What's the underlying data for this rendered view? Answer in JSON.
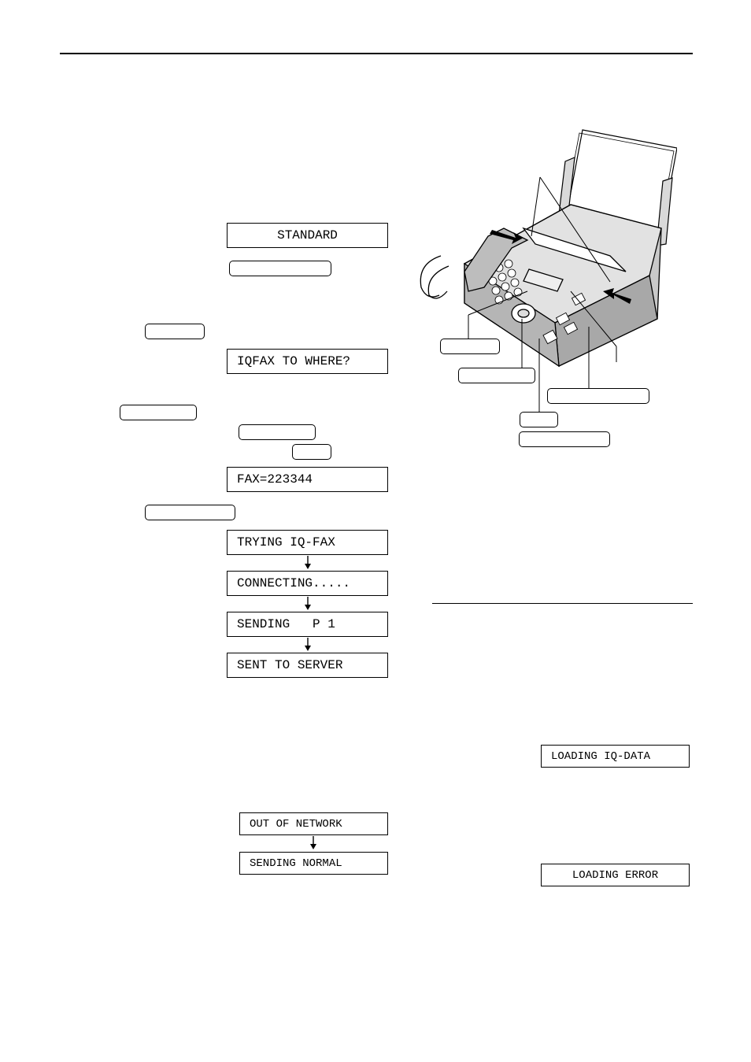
{
  "displays": {
    "standard": "STANDARD",
    "iqfax_to_where": "IQFAX TO WHERE?",
    "fax_number": "FAX=223344",
    "trying_iq_fax": "TRYING IQ-FAX",
    "connecting": "CONNECTING.....",
    "sending_p1": "SENDING   P 1",
    "sent_to_server": "SENT TO SERVER",
    "out_of_network": "OUT OF NETWORK",
    "sending_normal": "SENDING NORMAL",
    "loading_iq_data": "LOADING IQ-DATA",
    "loading_error": "LOADING ERROR"
  }
}
